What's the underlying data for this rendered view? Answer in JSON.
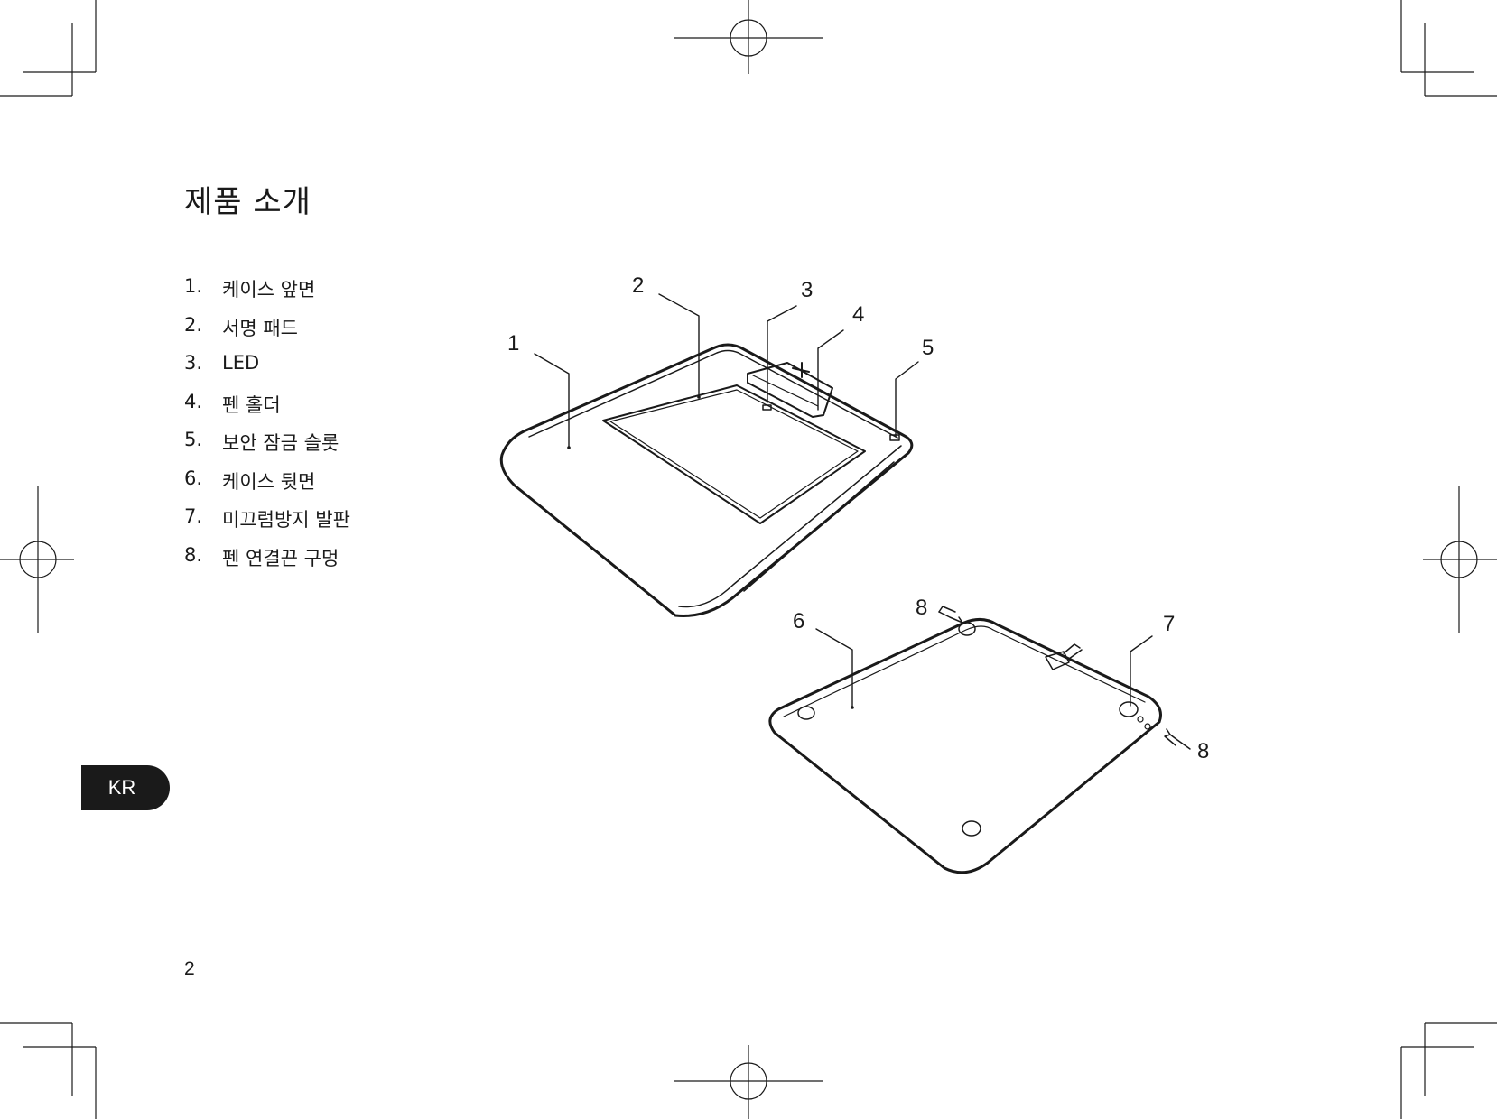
{
  "page": {
    "title": "제품 소개",
    "language_tab": "KR",
    "page_number": "2"
  },
  "parts_list": [
    {
      "num": "1.",
      "label": "케이스 앞면"
    },
    {
      "num": "2.",
      "label": "서명 패드"
    },
    {
      "num": "3.",
      "label": "LED"
    },
    {
      "num": "4.",
      "label": "펜 홀더"
    },
    {
      "num": "5.",
      "label": "보안 잠금 슬롯"
    },
    {
      "num": "6.",
      "label": "케이스 뒷면"
    },
    {
      "num": "7.",
      "label": "미끄럼방지 발판"
    },
    {
      "num": "8.",
      "label": "펜 연결끈 구멍"
    }
  ],
  "callouts": {
    "c1": "1",
    "c2": "2",
    "c3": "3",
    "c4": "4",
    "c5": "5",
    "c6": "6",
    "c7": "7",
    "c8a": "8",
    "c8b": "8"
  },
  "colors": {
    "ink": "#1a1a1a",
    "background": "#ffffff",
    "tab": "#1a1a1a"
  }
}
